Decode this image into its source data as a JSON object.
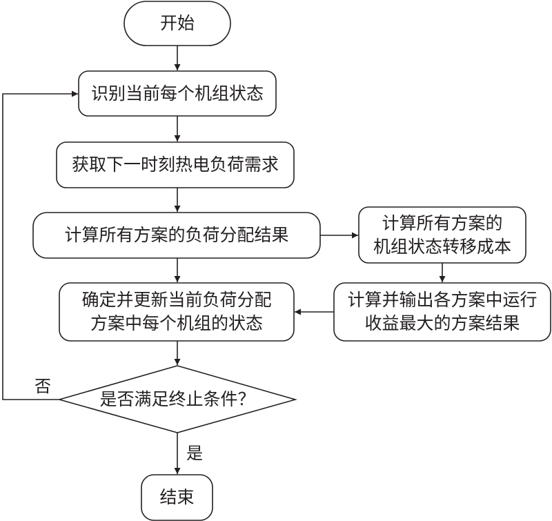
{
  "diagram": {
    "type": "flowchart",
    "nodes": {
      "start": {
        "text": "开始",
        "shape": "terminal"
      },
      "identify": {
        "text": "识别当前每个机组状态",
        "shape": "process"
      },
      "acquire": {
        "text": "获取下一时刻热电负荷需求",
        "shape": "process"
      },
      "compute_alloc": {
        "text": "计算所有方案的负荷分配结果",
        "shape": "process"
      },
      "compute_cost": {
        "line1": "计算所有方案的",
        "line2": "机组状态转移成本",
        "shape": "process"
      },
      "compute_output": {
        "line1": "计算并输出各方案中运行",
        "line2": "收益最大的方案结果",
        "shape": "process"
      },
      "update": {
        "line1": "确定并更新当前负荷分配",
        "line2": "方案中每个机组的状态",
        "shape": "process"
      },
      "decision": {
        "text": "是否满足终止条件？",
        "shape": "decision"
      },
      "end": {
        "text": "结束",
        "shape": "terminal"
      }
    },
    "edge_labels": {
      "no": "否",
      "yes": "是"
    },
    "edges": [
      {
        "from": "start",
        "to": "identify"
      },
      {
        "from": "identify",
        "to": "acquire"
      },
      {
        "from": "acquire",
        "to": "compute_alloc"
      },
      {
        "from": "compute_alloc",
        "to": "compute_cost"
      },
      {
        "from": "compute_alloc",
        "to": "update"
      },
      {
        "from": "compute_cost",
        "to": "compute_output"
      },
      {
        "from": "compute_output",
        "to": "update"
      },
      {
        "from": "update",
        "to": "decision"
      },
      {
        "from": "decision",
        "to": "end",
        "label": "是"
      },
      {
        "from": "decision",
        "to": "identify",
        "label": "否"
      }
    ],
    "colors": {
      "stroke": "#231f20",
      "fill": "#ffffff",
      "text": "#231f20"
    }
  }
}
